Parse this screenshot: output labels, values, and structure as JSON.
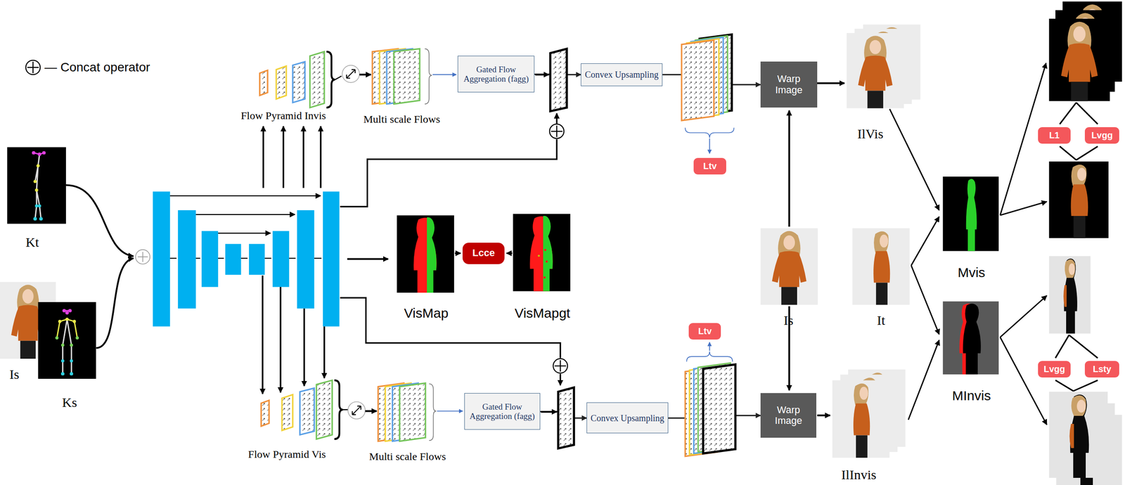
{
  "diagram": {
    "nodes": [
      {
        "text": [
          "Gated Flow Aggregation (fagg)"
        ]
      },
      {
        "text": [
          "Convex Upsampling"
        ]
      },
      {
        "text": [
          "Ltv"
        ]
      },
      {
        "text": [
          "Warp Image"
        ]
      },
      {
        "text": [
          "Lcce"
        ]
      },
      {
        "text": [
          "L1"
        ]
      },
      {
        "text": [
          "Lvgg"
        ]
      },
      {
        "text": [
          "Gated Flow Aggregation (fagg)"
        ]
      },
      {
        "text": [
          "Convex Upsampling"
        ]
      },
      {
        "text": [
          "Ltv"
        ]
      },
      {
        "text": [
          "Warp Image"
        ]
      },
      {
        "text": [
          "Lvgg"
        ]
      },
      {
        "text": [
          "Lsty"
        ]
      }
    ],
    "edges": [
      {
        "from": 0,
        "to": 1,
        "arrow": "to"
      },
      {
        "from": 1,
        "to": 3,
        "arrow": "to"
      },
      {
        "from": 7,
        "to": 8,
        "arrow": "to"
      },
      {
        "from": 8,
        "to": 10,
        "arrow": "to"
      }
    ],
    "labels": [
      "Kt",
      "Is",
      "Ks",
      "Flow Pyramid Invis",
      "Multi scale Flows",
      "VisMap",
      "VisMapgt",
      "IlVis",
      "Is",
      "It",
      "Mvis",
      "MInvis",
      "Flow Pyramid Vis",
      "Multi scale Flows",
      "IlInvis"
    ],
    "legend": [
      {
        "text": "— Concat operator"
      }
    ]
  }
}
